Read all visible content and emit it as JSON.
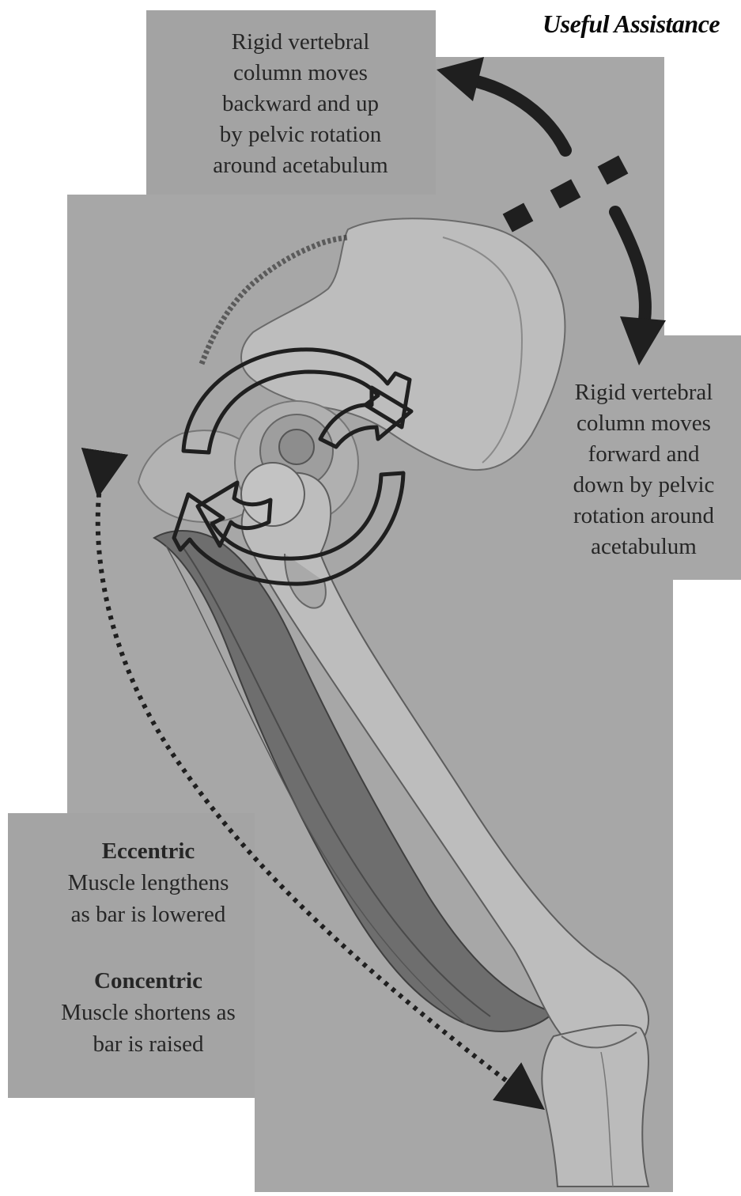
{
  "header": {
    "text": "Useful Assistance"
  },
  "labels": {
    "top": [
      "Rigid vertebral",
      "column moves",
      "backward and up",
      "by pelvic rotation",
      "around acetabulum"
    ],
    "right": [
      "Rigid vertebral",
      "column moves",
      "forward and",
      "down by pelvic",
      "rotation around",
      "acetabulum"
    ],
    "eccentric": {
      "title": "Eccentric",
      "lines": [
        "Muscle lengthens",
        "as bar is lowered"
      ]
    },
    "concentric": {
      "title": "Concentric",
      "lines": [
        "Muscle shortens as",
        "bar is raised"
      ]
    }
  },
  "colors": {
    "page": "#ffffff",
    "paper": "#a7a7a7",
    "bone": "#b9b9b9",
    "muscle": "#6e6e6e",
    "arrow": "#1f1f1f",
    "text": "#262626"
  },
  "icons": [
    "curved-arrow-icon",
    "rotation-arrows-icon",
    "dotted-double-arrow-icon"
  ]
}
